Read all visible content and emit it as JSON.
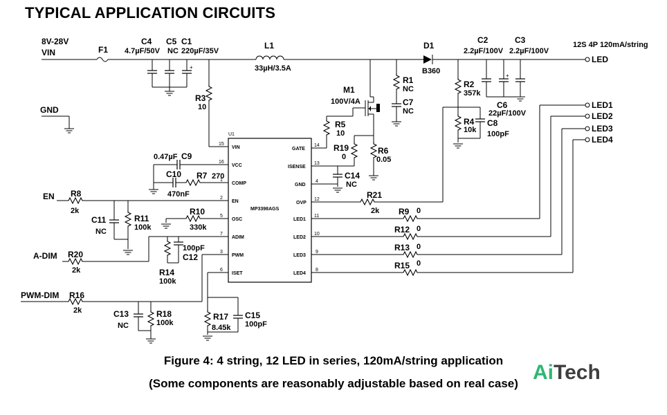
{
  "title": "TYPICAL APPLICATION CIRCUITS",
  "caption": "Figure 4: 4 string, 12 LED in series, 120mA/string application",
  "caption_note": "(Some components are reasonably adjustable based on real case)",
  "watermark": {
    "part1": "Ai",
    "part2": "Tech",
    "color_ai": "#2eb872",
    "color_tech": "#3f3f3f"
  },
  "nets": {
    "vin_range": "8V-28V",
    "vin": "VIN",
    "gnd": "GND",
    "en": "EN",
    "a_dim": "A-DIM",
    "pwm_dim": "PWM-DIM",
    "string_note": "12S  4P  120mA/string",
    "led": "LED",
    "led1": "LED1",
    "led2": "LED2",
    "led3": "LED3",
    "led4": "LED4"
  },
  "ic": {
    "ref": "U1",
    "part": "MP3398AGS",
    "pins_left": [
      {
        "num": "15",
        "name": "VIN"
      },
      {
        "num": "16",
        "name": "VCC"
      },
      {
        "num": "1",
        "name": "COMP"
      },
      {
        "num": "2",
        "name": "EN"
      },
      {
        "num": "5",
        "name": "OSC"
      },
      {
        "num": "7",
        "name": "ADIM"
      },
      {
        "num": "3",
        "name": "PWM"
      },
      {
        "num": "6",
        "name": "ISET"
      }
    ],
    "pins_right": [
      {
        "num": "14",
        "name": "GATE"
      },
      {
        "num": "13",
        "name": "ISENSE"
      },
      {
        "num": "4",
        "name": "GND"
      },
      {
        "num": "12",
        "name": "OVP"
      },
      {
        "num": "11",
        "name": "LED1"
      },
      {
        "num": "10",
        "name": "LED2"
      },
      {
        "num": "9",
        "name": "LED3"
      },
      {
        "num": "8",
        "name": "LED4"
      }
    ]
  },
  "components": {
    "F1": {
      "ref": "F1"
    },
    "C4": {
      "ref": "C4",
      "value": "4.7µF/50V"
    },
    "C5": {
      "ref": "C5",
      "value": "NC"
    },
    "C1": {
      "ref": "C1",
      "value": "220µF/35V"
    },
    "L1": {
      "ref": "L1",
      "value": "33µH/3.5A"
    },
    "D1": {
      "ref": "D1",
      "value": "B360"
    },
    "C2": {
      "ref": "C2",
      "value": "2.2µF/100V"
    },
    "C3": {
      "ref": "C3",
      "value": "2.2µF/100V"
    },
    "C6": {
      "ref": "C6",
      "value": "22µF/100V"
    },
    "R1": {
      "ref": "R1",
      "value": "NC"
    },
    "C7": {
      "ref": "C7",
      "value": "NC"
    },
    "M1": {
      "ref": "M1",
      "value": "100V/4A"
    },
    "R2": {
      "ref": "R2",
      "value": "357k"
    },
    "R3": {
      "ref": "R3",
      "value": "10"
    },
    "R4": {
      "ref": "R4",
      "value": "10k"
    },
    "C8": {
      "ref": "C8",
      "value": "100pF"
    },
    "R5": {
      "ref": "R5",
      "value": "10"
    },
    "R19": {
      "ref": "R19",
      "value": "0"
    },
    "R6": {
      "ref": "R6",
      "value": "0.05"
    },
    "C14": {
      "ref": "C14",
      "value": "NC"
    },
    "C9": {
      "ref": "C9",
      "value": "0.47µF"
    },
    "C10": {
      "ref": "C10",
      "value": "470nF"
    },
    "R7": {
      "ref": "R7",
      "value": "270"
    },
    "R8": {
      "ref": "R8",
      "value": "2k"
    },
    "C11": {
      "ref": "C11",
      "value": "NC"
    },
    "R11": {
      "ref": "R11",
      "value": "100k"
    },
    "R10": {
      "ref": "R10",
      "value": "330k"
    },
    "R20": {
      "ref": "R20",
      "value": "2k"
    },
    "R14": {
      "ref": "R14",
      "value": "100k"
    },
    "C12": {
      "ref": "C12",
      "value": "100pF"
    },
    "R21": {
      "ref": "R21",
      "value": "2k"
    },
    "R9": {
      "ref": "R9",
      "value": "0"
    },
    "R12": {
      "ref": "R12",
      "value": "0"
    },
    "R13": {
      "ref": "R13",
      "value": "0"
    },
    "R15": {
      "ref": "R15",
      "value": "0"
    },
    "R16": {
      "ref": "R16",
      "value": "2k"
    },
    "C13": {
      "ref": "C13",
      "value": "NC"
    },
    "R18": {
      "ref": "R18",
      "value": "100k"
    },
    "R17": {
      "ref": "R17",
      "value": "8.45k"
    },
    "C15": {
      "ref": "C15",
      "value": "100pF"
    }
  }
}
